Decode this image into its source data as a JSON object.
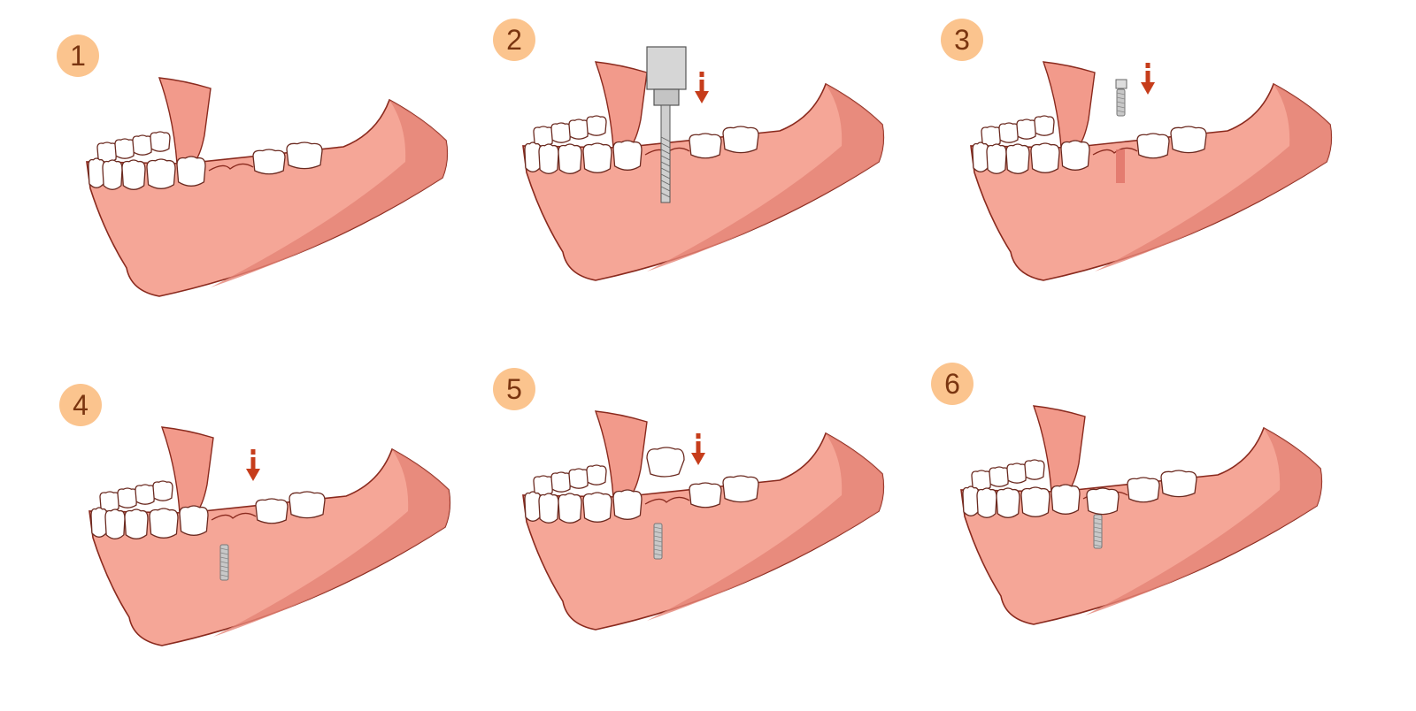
{
  "colors": {
    "gum": "#f5a697",
    "gum_shade": "#e58577",
    "outline": "#8a2a1e",
    "tooth": "#ffffff",
    "badge": "#fbc48e",
    "badge_text": "#7a3510",
    "arrow": "#c63d1b",
    "metal": "#c8c8c8"
  },
  "steps": [
    {
      "label": "1",
      "stage": "missing-tooth",
      "arrow": false,
      "tool": null
    },
    {
      "label": "2",
      "stage": "drilling",
      "arrow": true,
      "tool": "drill-icon"
    },
    {
      "label": "3",
      "stage": "implant-insertion",
      "arrow": true,
      "tool": "implant-screw-icon"
    },
    {
      "label": "4",
      "stage": "implant-placed",
      "arrow": true,
      "tool": null
    },
    {
      "label": "5",
      "stage": "crown-placement",
      "arrow": true,
      "tool": "crown-icon"
    },
    {
      "label": "6",
      "stage": "restored",
      "arrow": false,
      "tool": null
    }
  ]
}
